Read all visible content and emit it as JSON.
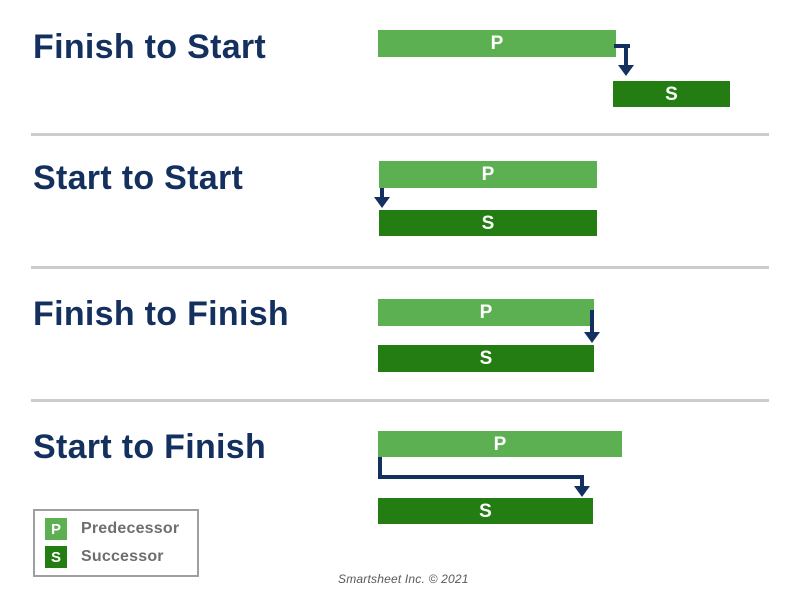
{
  "colors": {
    "predecessor_green": "#5cb052",
    "successor_green": "#247d13",
    "navy": "#14305f",
    "divider_gray": "#cccccc",
    "legend_border_gray": "#9d9fa2",
    "legend_text_gray": "#6d6e71",
    "footer_gray": "#58595b"
  },
  "sections": [
    {
      "title": "Finish to Start",
      "predecessor_label": "P",
      "successor_label": "S"
    },
    {
      "title": "Start to Start",
      "predecessor_label": "P",
      "successor_label": "S"
    },
    {
      "title": "Finish to Finish",
      "predecessor_label": "P",
      "successor_label": "S"
    },
    {
      "title": "Start to Finish",
      "predecessor_label": "P",
      "successor_label": "S"
    }
  ],
  "legend": {
    "items": [
      {
        "key": "P",
        "label": "Predecessor"
      },
      {
        "key": "S",
        "label": "Successor"
      }
    ]
  },
  "footer": {
    "credit": "Smartsheet Inc. © 2021"
  }
}
